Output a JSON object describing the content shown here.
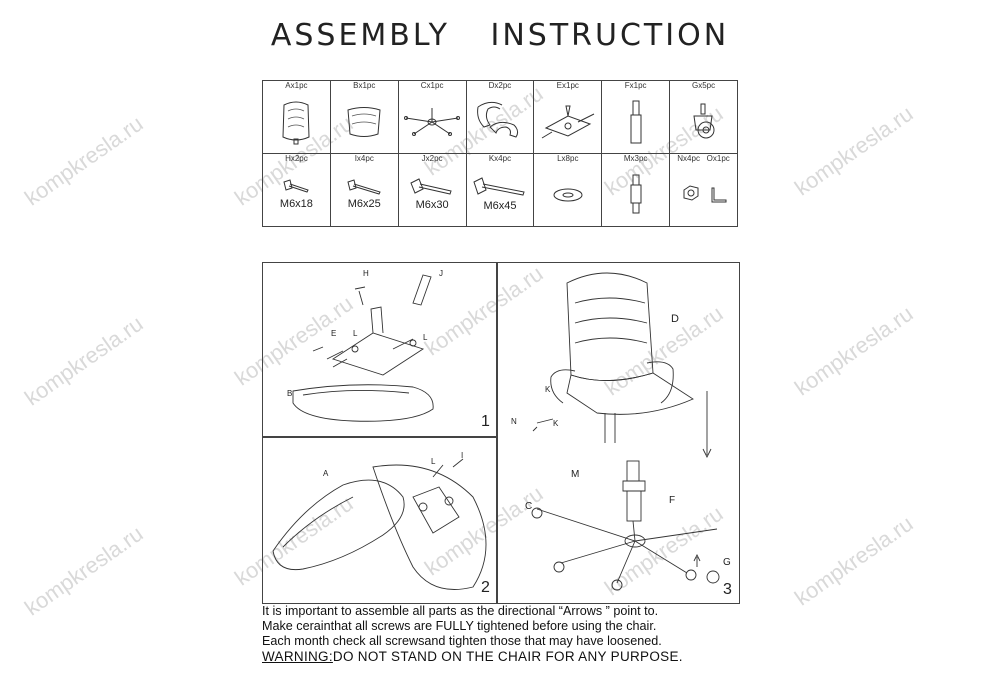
{
  "title": {
    "word1": "ASSEMBLY",
    "word2": "INSTRUCTION"
  },
  "parts_row1": [
    {
      "label": "Ax1pc",
      "icon": "backrest-icon"
    },
    {
      "label": "Bx1pc",
      "icon": "seat-icon"
    },
    {
      "label": "Cx1pc",
      "icon": "base-icon"
    },
    {
      "label": "Dx2pc",
      "icon": "armrest-icon"
    },
    {
      "label": "Ex1pc",
      "icon": "mechanism-icon"
    },
    {
      "label": "Fx1pc",
      "icon": "gas-lift-icon"
    },
    {
      "label": "Gx5pc",
      "icon": "caster-icon"
    }
  ],
  "parts_row2": [
    {
      "label": "Hx2pc",
      "size": "M6x18",
      "icon": "screw-icon"
    },
    {
      "label": "Ix4pc",
      "size": "M6x25",
      "icon": "screw-icon"
    },
    {
      "label": "Jx2pc",
      "size": "M6x30",
      "icon": "screw-icon"
    },
    {
      "label": "Kx4pc",
      "size": "M6x45",
      "icon": "screw-icon"
    },
    {
      "label": "Lx8pc",
      "size": "",
      "icon": "washer-icon"
    },
    {
      "label": "Mx3pc",
      "size": "",
      "icon": "cover-icon"
    },
    {
      "label": "Nx4pc",
      "label2": "Ox1pc",
      "size": "",
      "icon": "nut-icon"
    }
  ],
  "steps": {
    "step1": {
      "num": "1",
      "labels": {
        "h": "H",
        "j": "J",
        "e": "E",
        "l1": "L",
        "l2": "L",
        "b": "B"
      }
    },
    "step2": {
      "num": "2",
      "labels": {
        "a": "A",
        "l": "L",
        "i": "I"
      }
    },
    "step3": {
      "num": "3",
      "labels": {
        "d": "D",
        "k1": "K",
        "n": "N",
        "k2": "K",
        "m": "M",
        "f": "F",
        "c": "C",
        "g": "G"
      }
    }
  },
  "footer": {
    "line1": "It is important to assemble all parts as the directional “Arrows ” point to.",
    "line2": "Make cerainthat all screws are FULLY tightened before using the chair.",
    "line3": "Each month check all screwsand tighten those that may have loosened.",
    "warning_label": "WARNING:",
    "warning_text": "DO NOT STAND ON THE CHAIR FOR ANY PURPOSE."
  },
  "watermark": "kompkresla.ru"
}
